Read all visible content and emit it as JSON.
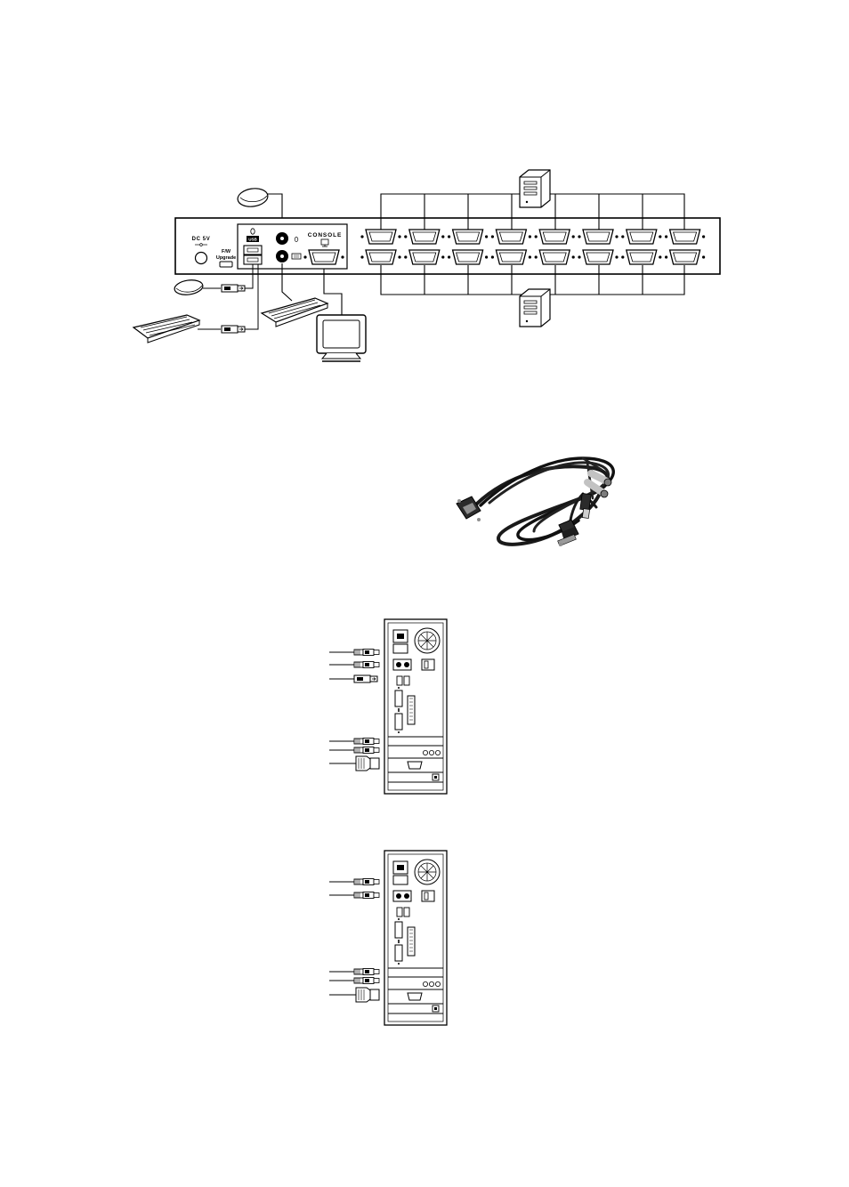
{
  "colors": {
    "ink": "#000000",
    "paper": "#ffffff",
    "cable": "#1a1a1a",
    "metal": "#bfbfbf"
  },
  "panel": {
    "dc_label": "DC 5V",
    "fw_label": "F/W",
    "upgrade_label": "Upgrade",
    "console_label": "CONSOLE",
    "usb_label": "USB"
  },
  "icons": [
    "mouse-icon",
    "keyboard-icon",
    "monitor-icon",
    "computer-tower-icon",
    "usb-plug-icon",
    "ps2-plug-icon",
    "vga-plug-icon",
    "kvm-cable-icon"
  ]
}
